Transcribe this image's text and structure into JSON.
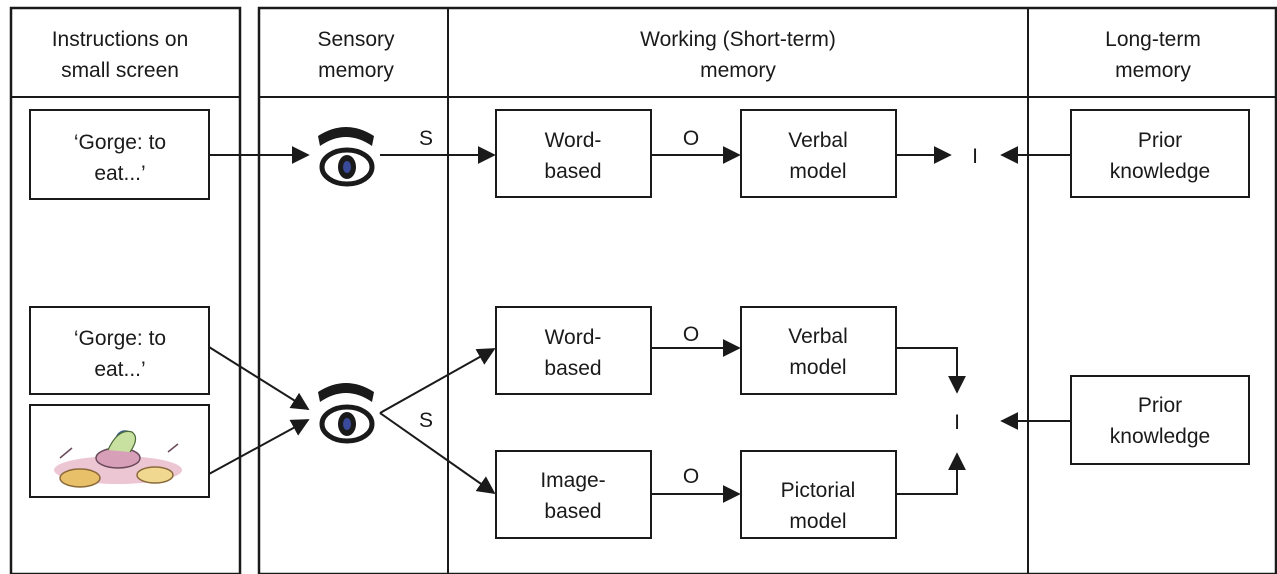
{
  "columns": {
    "instructions": [
      "Instructions on",
      "small screen"
    ],
    "sensory": [
      "Sensory",
      "memory"
    ],
    "working": [
      "Working (Short-term)",
      "memory"
    ],
    "longterm": [
      "Long-term",
      "memory"
    ]
  },
  "top_row": {
    "input_text": [
      "‘Gorge: to",
      "eat...’"
    ],
    "s_label": "S",
    "word_box": [
      "Word-",
      "based"
    ],
    "o_label": "O",
    "verbal_model": [
      "Verbal",
      "model"
    ],
    "i_label": "I",
    "prior_knowledge": [
      "Prior",
      "knowledge"
    ]
  },
  "bottom_row": {
    "input_text": [
      "‘Gorge: to",
      "eat...’"
    ],
    "s_label": "S",
    "word_box": [
      "Word-",
      "based"
    ],
    "o_label_top": "O",
    "verbal_model": [
      "Verbal",
      "model"
    ],
    "image_box": [
      "Image-",
      "based"
    ],
    "o_label_bottom": "O",
    "pictorial_model": [
      "Pictorial",
      "model"
    ],
    "i_label": "I",
    "prior_knowledge": [
      "Prior",
      "knowledge"
    ]
  },
  "icons": [
    "eye-icon",
    "food-illustration"
  ]
}
